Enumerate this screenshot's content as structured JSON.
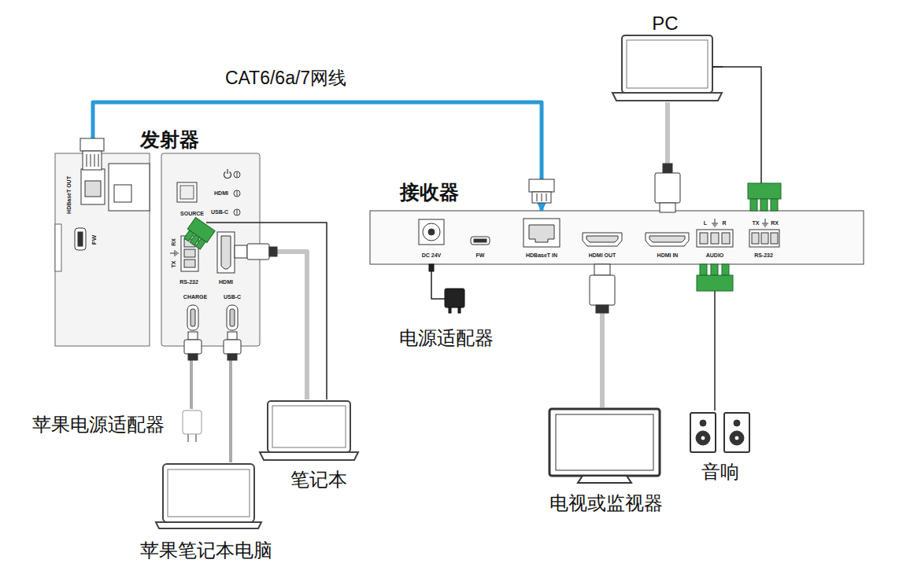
{
  "diagram": {
    "nodes": [
      {
        "text": [
          "发射器"
        ]
      },
      {
        "text": [
          "接收器"
        ]
      },
      {
        "text": [
          "苹果电源适配器"
        ]
      },
      {
        "text": [
          "苹果笔记本电脑"
        ]
      },
      {
        "text": [
          "笔记本"
        ]
      },
      {
        "text": [
          "PC"
        ]
      },
      {
        "text": [
          "电源适配器"
        ]
      },
      {
        "text": [
          "电视或监视器"
        ]
      },
      {
        "text": [
          "音响"
        ]
      }
    ],
    "edges": [
      {
        "from": 0,
        "to": 1,
        "label": "CAT6/6a/7网线",
        "arrow": "to"
      },
      {
        "from": 2,
        "to": 0,
        "arrow": "none"
      },
      {
        "from": 3,
        "to": 0,
        "arrow": "none"
      },
      {
        "from": 4,
        "to": 0,
        "arrow": "none"
      },
      {
        "from": 4,
        "to": 0,
        "arrow": "none"
      },
      {
        "from": 5,
        "to": 1,
        "arrow": "none"
      },
      {
        "from": 5,
        "to": 1,
        "arrow": "none"
      },
      {
        "from": 6,
        "to": 1,
        "arrow": "none"
      },
      {
        "from": 1,
        "to": 7,
        "arrow": "none"
      },
      {
        "from": 1,
        "to": 8,
        "arrow": "none"
      }
    ],
    "labels": [
      "HDBaseT OUT",
      "FW",
      "SOURCE",
      "HDMI",
      "USB-C",
      "RX",
      "TX",
      "RS-232",
      "HDMI",
      "CHARGE",
      "USB-C",
      "DC 24V",
      "FW",
      "HDBaseT IN",
      "HDMI OUT",
      "HDMI IN",
      "L",
      "R",
      "AUDIO",
      "TX",
      "RX",
      "RS-232"
    ]
  }
}
